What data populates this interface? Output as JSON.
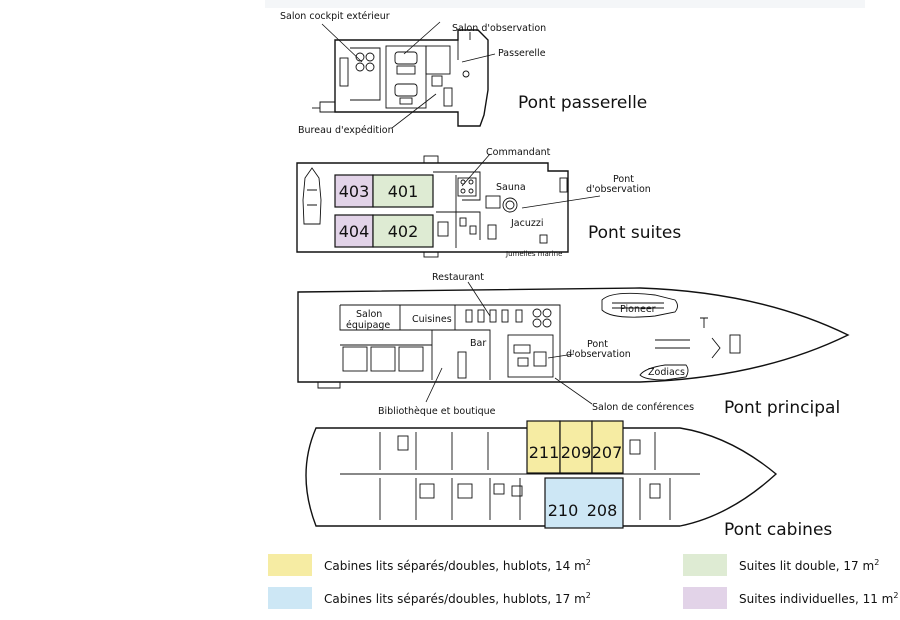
{
  "colors": {
    "yellow": "#f6eca3",
    "blue": "#cde7f5",
    "green": "#deebd3",
    "purple": "#e2d3e8"
  },
  "decks": {
    "passerelle": {
      "name": "Pont passerelle",
      "labels": [
        "Salon cockpit extérieur",
        "Salon d'observation",
        "Passerelle",
        "Bureau d'expédition"
      ]
    },
    "suites": {
      "name": "Pont suites",
      "labels": [
        "Commandant",
        "Pont",
        "d'observation",
        "Sauna",
        "Jacuzzi",
        "Jumelles marine"
      ],
      "cabins": [
        "403",
        "401",
        "404",
        "402"
      ]
    },
    "principal": {
      "name": "Pont principal",
      "labels": [
        "Restaurant",
        "Salon",
        "équipage",
        "Cuisines",
        "Bar",
        "Pont",
        "d'observation",
        "Pioneer",
        "Zodiacs",
        "Bibliothèque et boutique",
        "Salon de conférences"
      ]
    },
    "cabines": {
      "name": "Pont cabines",
      "cabins": [
        "211",
        "209",
        "207",
        "210",
        "208"
      ]
    }
  },
  "legend": [
    {
      "text": "Cabines lits séparés/doubles, hublots, 14 m",
      "sup": "2",
      "color": "yellow"
    },
    {
      "text": "Cabines lits séparés/doubles, hublots, 17 m",
      "sup": "2",
      "color": "blue"
    },
    {
      "text": "Suites lit double, 17 m",
      "sup": "2",
      "color": "green"
    },
    {
      "text": "Suites individuelles, 11 m",
      "sup": "2",
      "color": "purple"
    }
  ]
}
